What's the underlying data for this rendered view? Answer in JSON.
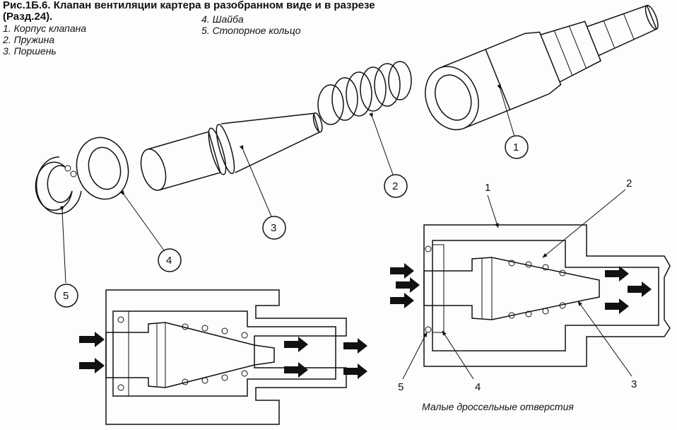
{
  "figure": {
    "title": "Рис.1Б.6. Клапан вентиляции картера в разобранном виде и в разрезе",
    "subtitle": "(Разд.24).",
    "legend_left": [
      "1. Корпус клапана",
      "2. Пружина",
      "3. Поршень"
    ],
    "legend_right": [
      "4. Шайба",
      "5. Стопорное кольцо"
    ],
    "footnote": "Малые дроссельные отверстия"
  },
  "exploded_callouts": [
    "1",
    "2",
    "3",
    "4",
    "5"
  ],
  "section_callouts": [
    "1",
    "2",
    "3",
    "4",
    "5"
  ]
}
